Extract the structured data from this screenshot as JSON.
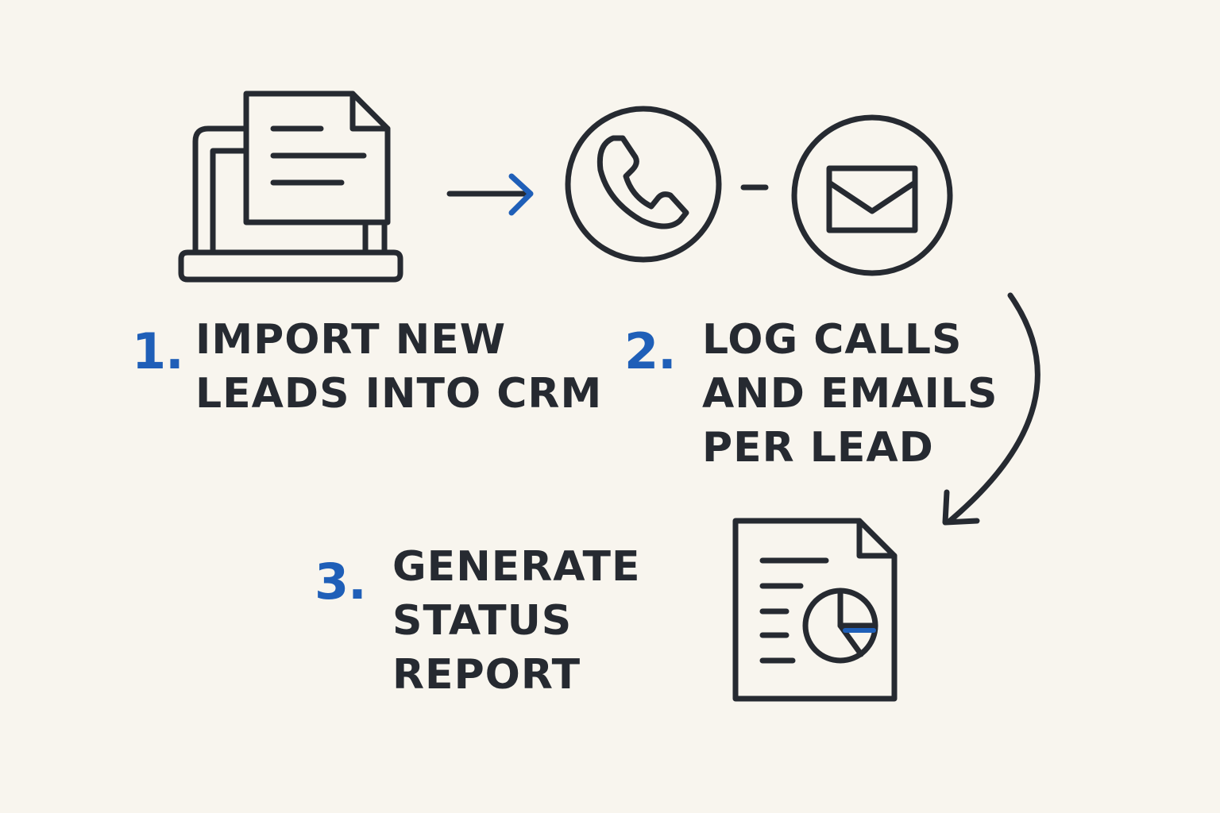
{
  "colors": {
    "background": "#f8f5ee",
    "ink": "#262a31",
    "accent": "#1f5fb8"
  },
  "steps": [
    {
      "number": "1.",
      "lines": [
        "IMPORT NEW",
        "LEADS INTO CRM"
      ]
    },
    {
      "number": "2.",
      "lines": [
        "LOG CALLS",
        "AND EMAILS",
        "PER LEAD"
      ]
    },
    {
      "number": "3.",
      "lines": [
        "GENERATE",
        "STATUS",
        "REPORT"
      ]
    }
  ],
  "icons": {
    "laptop_document": "laptop-document-icon",
    "arrow_right": "arrow-right-icon",
    "phone": "phone-icon",
    "connector": "dash-connector",
    "email": "envelope-icon",
    "curved_arrow": "curved-arrow-icon",
    "report": "report-chart-icon"
  }
}
